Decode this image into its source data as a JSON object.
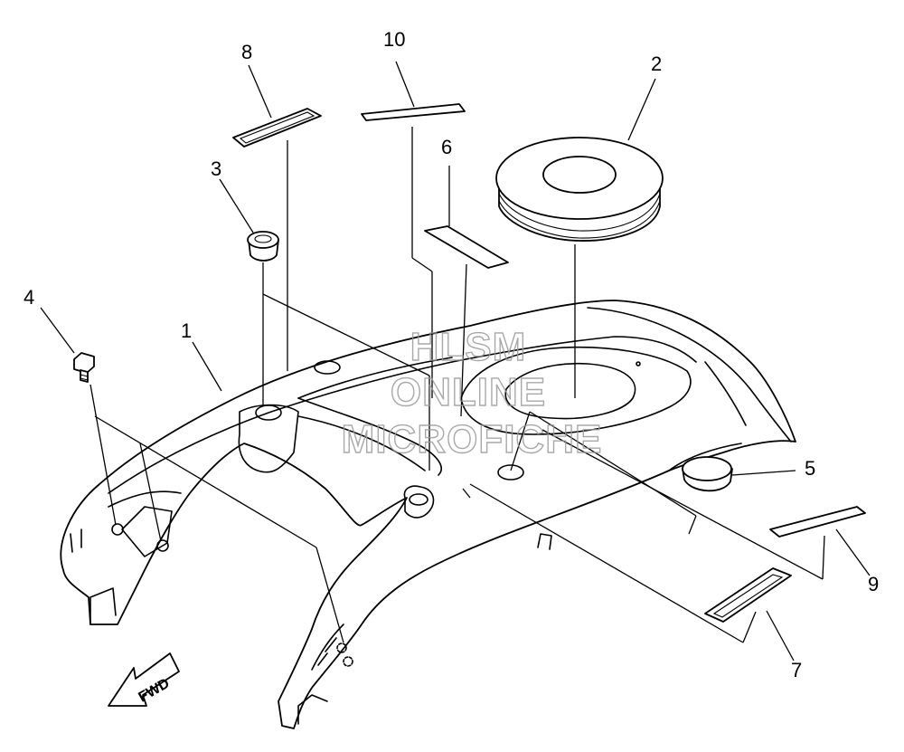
{
  "callouts": [
    "1",
    "2",
    "3",
    "4",
    "5",
    "6",
    "7",
    "8",
    "9",
    "10"
  ],
  "direction_label": "FWD",
  "watermark": {
    "line1": "HLSM",
    "line2": "ONLINE",
    "line3": "MICROFICHE"
  }
}
